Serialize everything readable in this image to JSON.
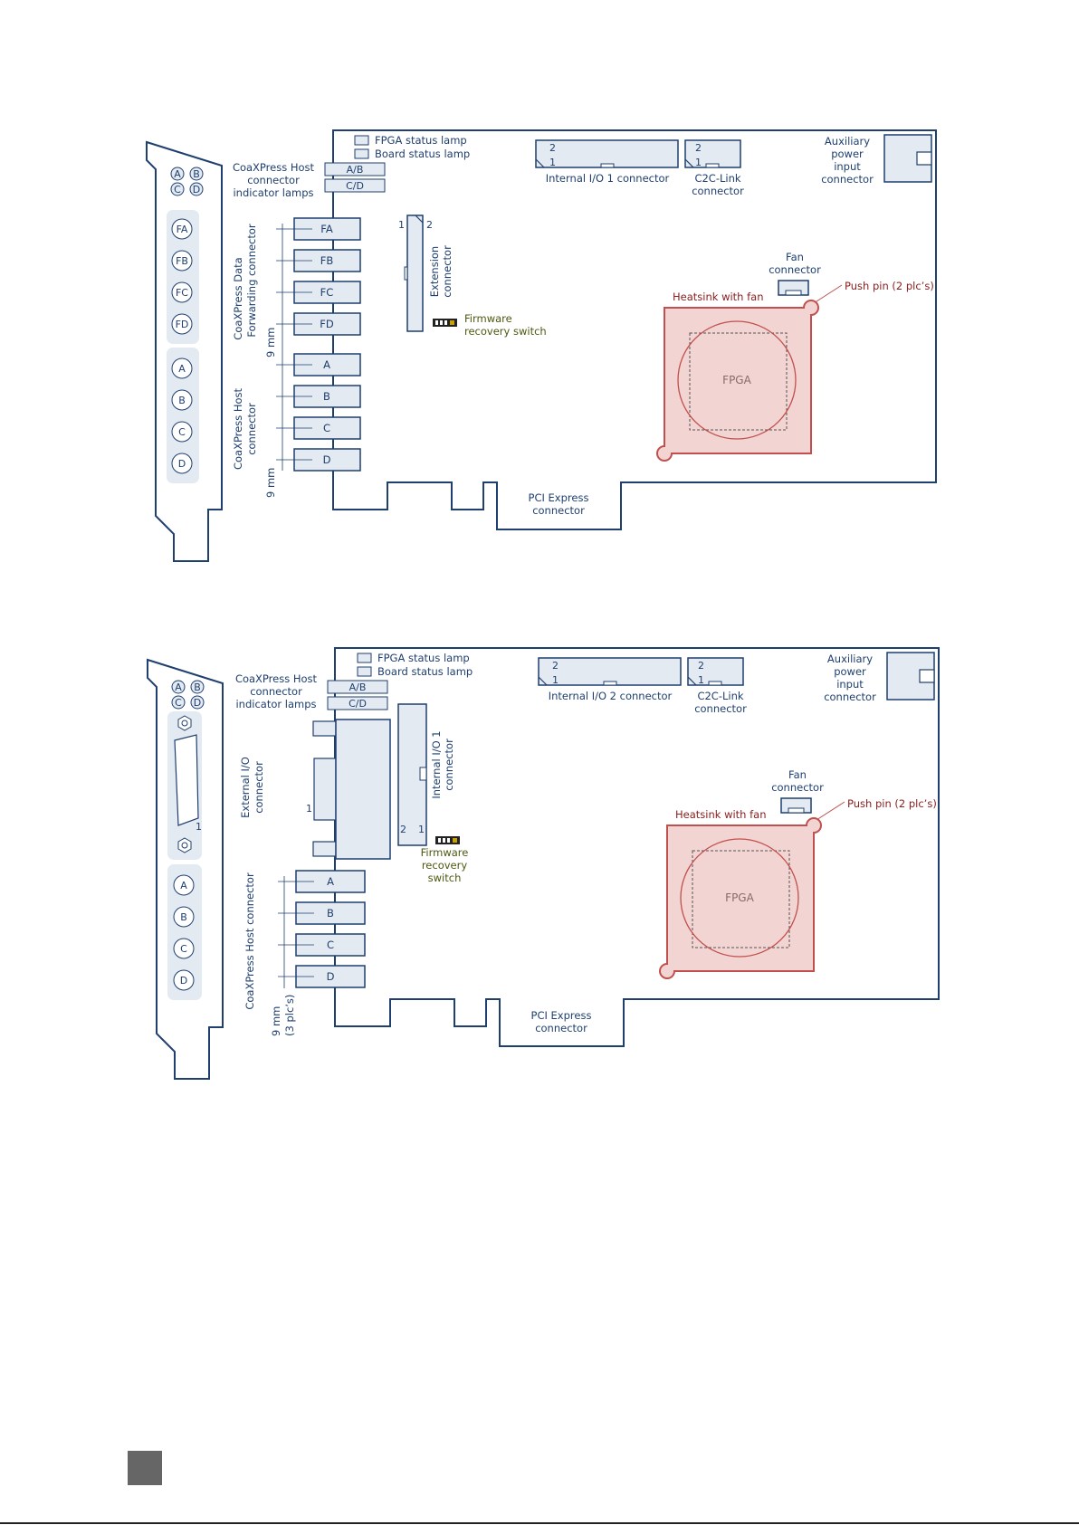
{
  "colors": {
    "line": "#1f3f6e",
    "fill": "#e4eaf2",
    "heatsink_line": "#c0504d",
    "heatsink_fill": "#f2d4d2",
    "red_text": "#8b2020",
    "green_text": "#4a5a10"
  },
  "top": {
    "fpga_status_lamp": "FPGA status lamp",
    "board_status_lamp": "Board status lamp",
    "host_indicator_lamps": [
      "CoaXPress Host",
      "connector",
      "indicator lamps"
    ],
    "lamp_ab": "A/B",
    "lamp_cd": "C/D",
    "bracket_top_letters": [
      "B",
      "D",
      "A",
      "C"
    ],
    "bracket_forward_letters": [
      "FA",
      "FB",
      "FC",
      "FD"
    ],
    "bracket_host_letters": [
      "A",
      "B",
      "C",
      "D"
    ],
    "forward_connectors": [
      "FA",
      "FB",
      "FC",
      "FD"
    ],
    "host_connectors": [
      "A",
      "B",
      "C",
      "D"
    ],
    "data_forwarding_label": [
      "CoaXPress Data",
      "Forwarding connector"
    ],
    "host_connector_label": [
      "CoaXPress Host",
      "connector"
    ],
    "dim_9mm_a": "9 mm",
    "dim_9mm_b": "9 mm",
    "internal_io": "Internal I/O 1 connector",
    "internal_io_pin2": "2",
    "internal_io_pin1": "1",
    "c2c_lines": [
      "C2C-Link",
      "connector"
    ],
    "c2c_pin2": "2",
    "c2c_pin1": "1",
    "aux_power": [
      "Auxiliary",
      "power",
      "input",
      "connector"
    ],
    "extension_lines": [
      "Extension",
      "connector"
    ],
    "extension_pin1": "1",
    "extension_pin2": "2",
    "firmware_lines": [
      "Firmware",
      "recovery switch"
    ],
    "fan_lines": [
      "Fan",
      "connector"
    ],
    "heatsink": "Heatsink with fan",
    "push_pin": "Push pin (2 plc’s)",
    "fpga": "FPGA",
    "pci_lines": [
      "PCI Express",
      "connector"
    ]
  },
  "bottom": {
    "fpga_status_lamp": "FPGA status lamp",
    "board_status_lamp": "Board status lamp",
    "host_indicator_lamps": [
      "CoaXPress Host",
      "connector",
      "indicator lamps"
    ],
    "lamp_ab": "A/B",
    "lamp_cd": "C/D",
    "bracket_top_letters": [
      "B",
      "D",
      "A",
      "C"
    ],
    "bracket_host_letters": [
      "A",
      "B",
      "C",
      "D"
    ],
    "dsub_pin": "1",
    "external_io_lines": [
      "External I/O",
      "connector"
    ],
    "external_io_pin": "1",
    "internal_io1_lines": [
      "Internal I/O 1",
      "connector"
    ],
    "internal_io1_pin2": "2",
    "internal_io1_pin1": "1",
    "firmware_lines": [
      "Firmware",
      "recovery",
      "switch"
    ],
    "host_connectors": [
      "A",
      "B",
      "C",
      "D"
    ],
    "host_connector_label": "CoaXPress Host connector",
    "dim_lines": [
      "9 mm",
      "(3 plc’s)"
    ],
    "internal_io": "Internal I/O 2 connector",
    "internal_io_pin2": "2",
    "internal_io_pin1": "1",
    "c2c_lines": [
      "C2C-Link",
      "connector"
    ],
    "c2c_pin2": "2",
    "c2c_pin1": "1",
    "aux_power": [
      "Auxiliary",
      "power",
      "input",
      "connector"
    ],
    "fan_lines": [
      "Fan",
      "connector"
    ],
    "heatsink": "Heatsink with fan",
    "push_pin": "Push pin (2 plc’s)",
    "fpga": "FPGA",
    "pci_lines": [
      "PCI Express",
      "connector"
    ]
  }
}
